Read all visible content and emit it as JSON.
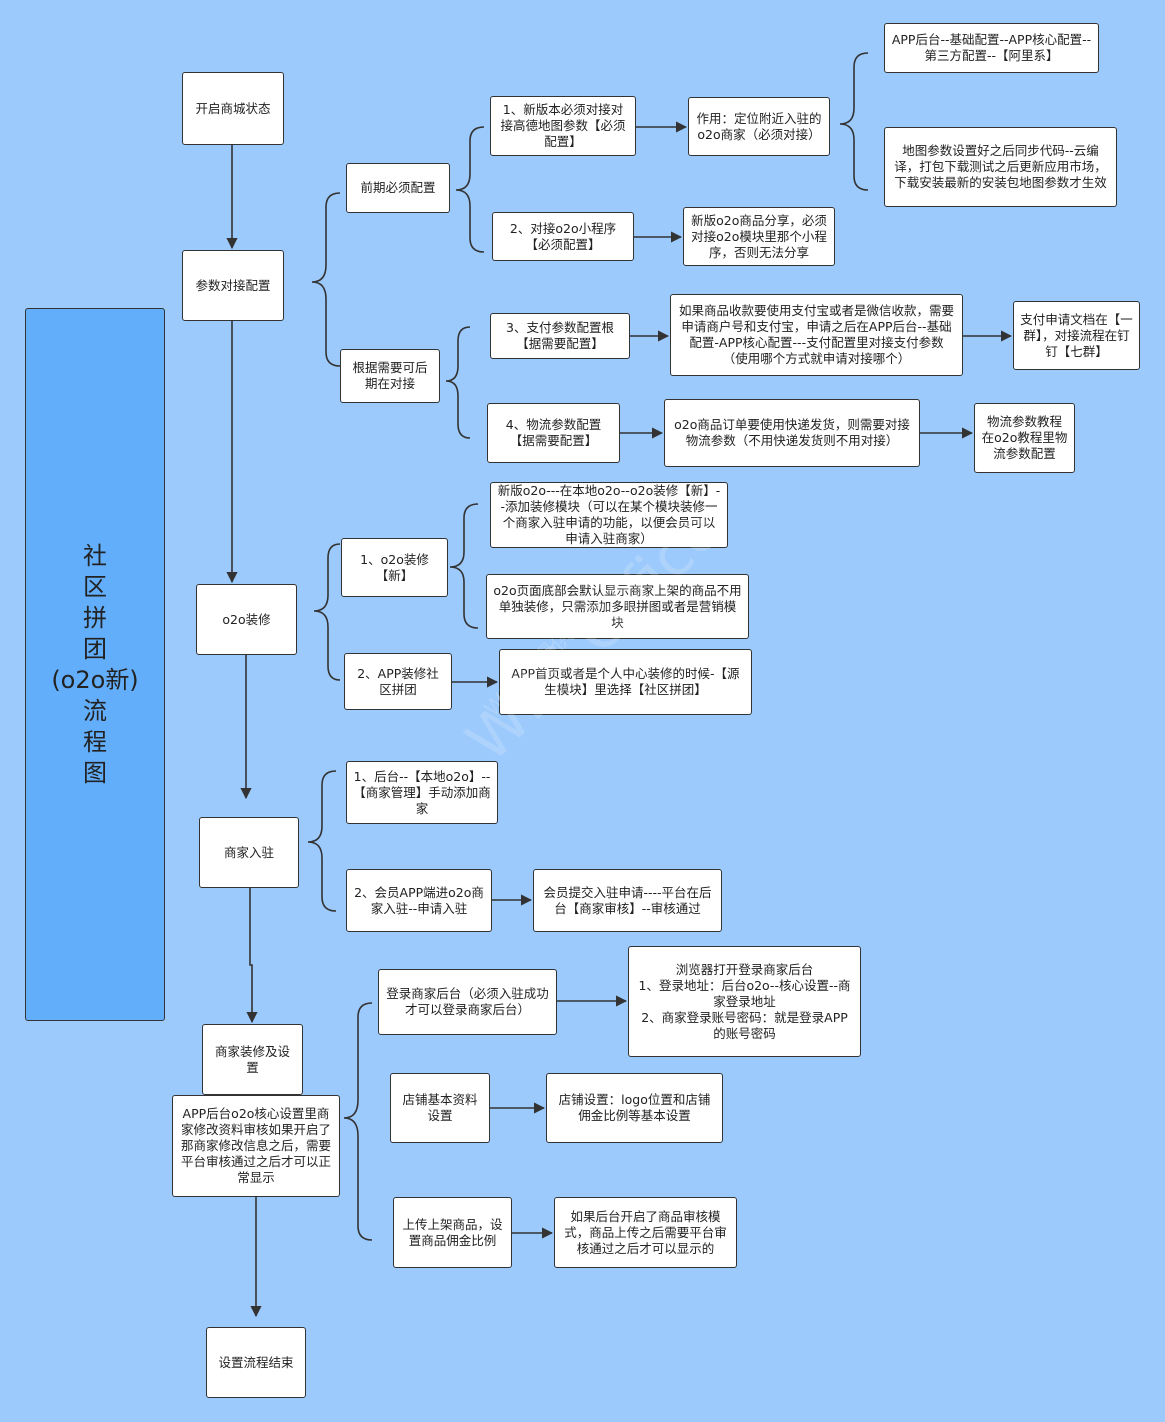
{
  "title": "社\n区\n拼\n团\n(o2o新)\n流\n程\n图",
  "watermark": "WPS Office",
  "watermark_sub": "WPS仅提供",
  "main_steps": {
    "open_mall": "开启商城状态",
    "param_config": "参数对接配置",
    "o2o_decor": "o2o装修",
    "merchant_join": "商家入驻",
    "merchant_decor": "商家装修及设置",
    "approval_note": "APP后台o2o核心设置里商家修改资料审核如果开启了那商家修改信息之后，需要平台审核通过之后才可以正常显示",
    "end": "设置流程结束"
  },
  "param_branch": {
    "early_required": "前期必须配置",
    "on_demand": "根据需要可后期在对接",
    "amap": "1、新版本必须对接对接高德地图参数【必须配置】",
    "amap_effect": "作用：定位附近入驻的o2o商家（必须对接）",
    "amap_path": "APP后台--基础配置--APP核心配置--第三方配置--【阿里系】",
    "amap_note": "地图参数设置好之后同步代码--云编译，打包下载测试之后更新应用市场，下载安装最新的安装包地图参数才生效",
    "miniprogram": "2、对接o2o小程序【必须配置】",
    "miniprogram_note": "新版o2o商品分享，必须对接o2o模块里那个小程序，否则无法分享",
    "payment": "3、支付参数配置根【据需要配置】",
    "payment_note": "如果商品收款要使用支付宝或者是微信收款，需要申请商户号和支付宝，申请之后在APP后台--基础配置-APP核心配置---支付配置里对接支付参数（使用哪个方式就申请对接哪个）",
    "payment_doc": "支付申请文档在【一群】，对接流程在钉钉【七群】",
    "logistics": "4、物流参数配置【据需要配置】",
    "logistics_note": "o2o商品订单要使用快递发货，则需要对接物流参数（不用快递发货则不用对接）",
    "logistics_doc": "物流参数教程在o2o教程里物流参数配置"
  },
  "decor_branch": {
    "new_decor": "1、o2o装修【新】",
    "new_decor_note1": "新版o2o---在本地o2o--o2o装修【新】--添加装修模块（可以在某个模块装修一个商家入驻申请的功能，以便会员可以申请入驻商家）",
    "new_decor_note2": "o2o页面底部会默认显示商家上架的商品不用单独装修，只需添加多眼拼图或者是营销模块",
    "app_decor": "2、APP装修社区拼团",
    "app_decor_note": "APP首页或者是个人中心装修的时候-【源生模块】里选择【社区拼团】"
  },
  "join_branch": {
    "backend_add": "1、后台--【本地o2o】--【商家管理】手动添加商家",
    "member_apply": "2、会员APP端进o2o商家入驻--申请入驻",
    "member_apply_note": "会员提交入驻申请----平台在后台【商家审核】--审核通过"
  },
  "merchant_branch": {
    "login": "登录商家后台（必须入驻成功才可以登录商家后台）",
    "login_note": "浏览器打开登录商家后台\n1、登录地址：后台o2o--核心设置--商家登录地址\n2、商家登录账号密码：就是登录APP的账号密码",
    "store_info": "店铺基本资料设置",
    "store_info_note": "店铺设置：logo位置和店铺佣金比例等基本设置",
    "upload_goods": "上传上架商品，设置商品佣金比例",
    "upload_goods_note": "如果后台开启了商品审核模式，商品上传之后需要平台审核通过之后才可以显示的"
  }
}
